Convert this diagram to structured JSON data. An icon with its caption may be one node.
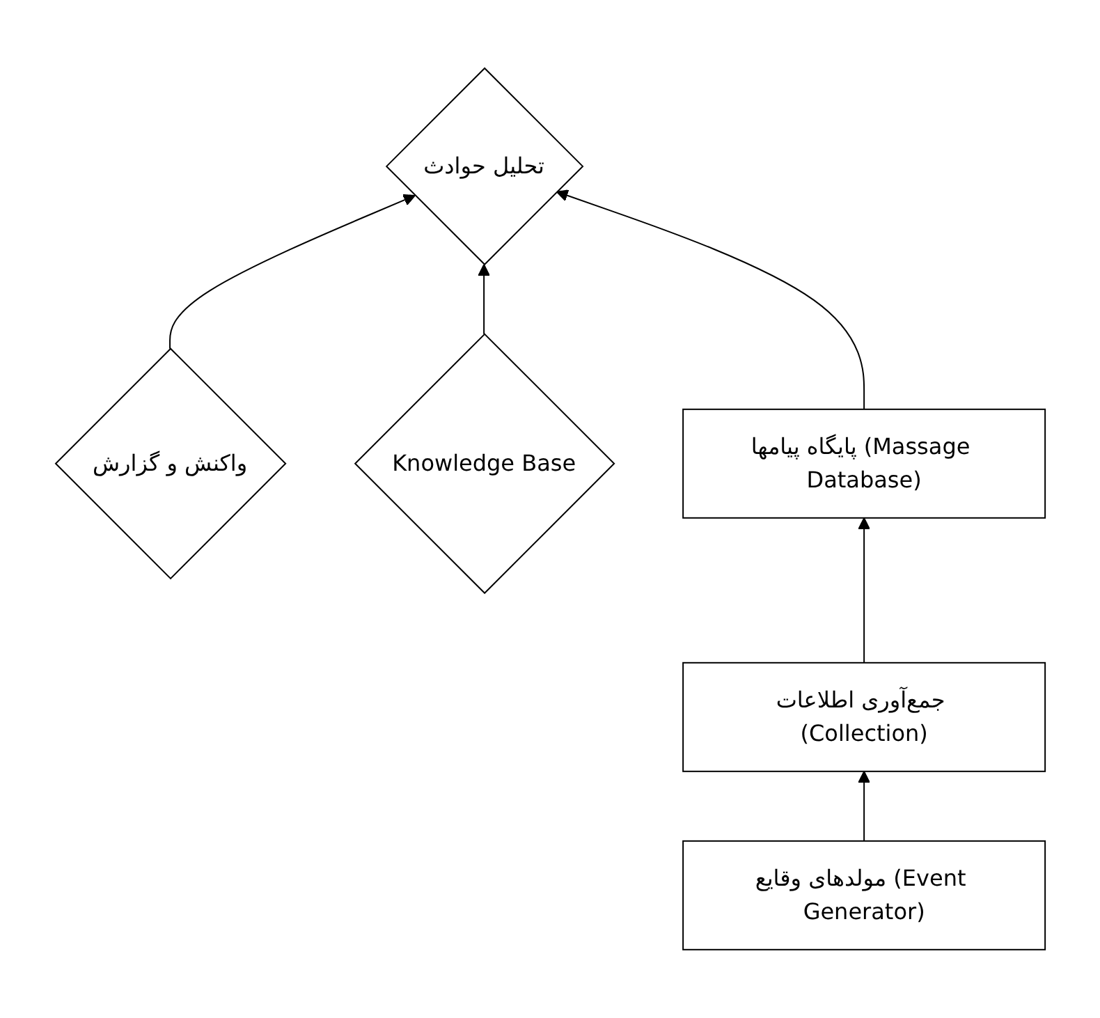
{
  "diagram": {
    "nodes": [
      {
        "text": [
          "واکنش و گزارش"
        ]
      },
      {
        "text": [
          "تحلیل حوادث"
        ]
      },
      {
        "text": [
          "Knowledge Base"
        ]
      },
      {
        "text": [
          "پایگاه پیامها (Massage Database)"
        ]
      },
      {
        "text": [
          "جمع‌آوری اطلاعات (Collection)"
        ]
      },
      {
        "text": [
          "مولدهای وقایع (Event Generator)"
        ]
      }
    ],
    "edges": [
      {
        "from": 0,
        "to": 1,
        "arrow": "to"
      },
      {
        "from": 2,
        "to": 1,
        "arrow": "to"
      },
      {
        "from": 3,
        "to": 1,
        "arrow": "to"
      },
      {
        "from": 4,
        "to": 3,
        "arrow": "to"
      },
      {
        "from": 5,
        "to": 4,
        "arrow": "to"
      }
    ]
  }
}
